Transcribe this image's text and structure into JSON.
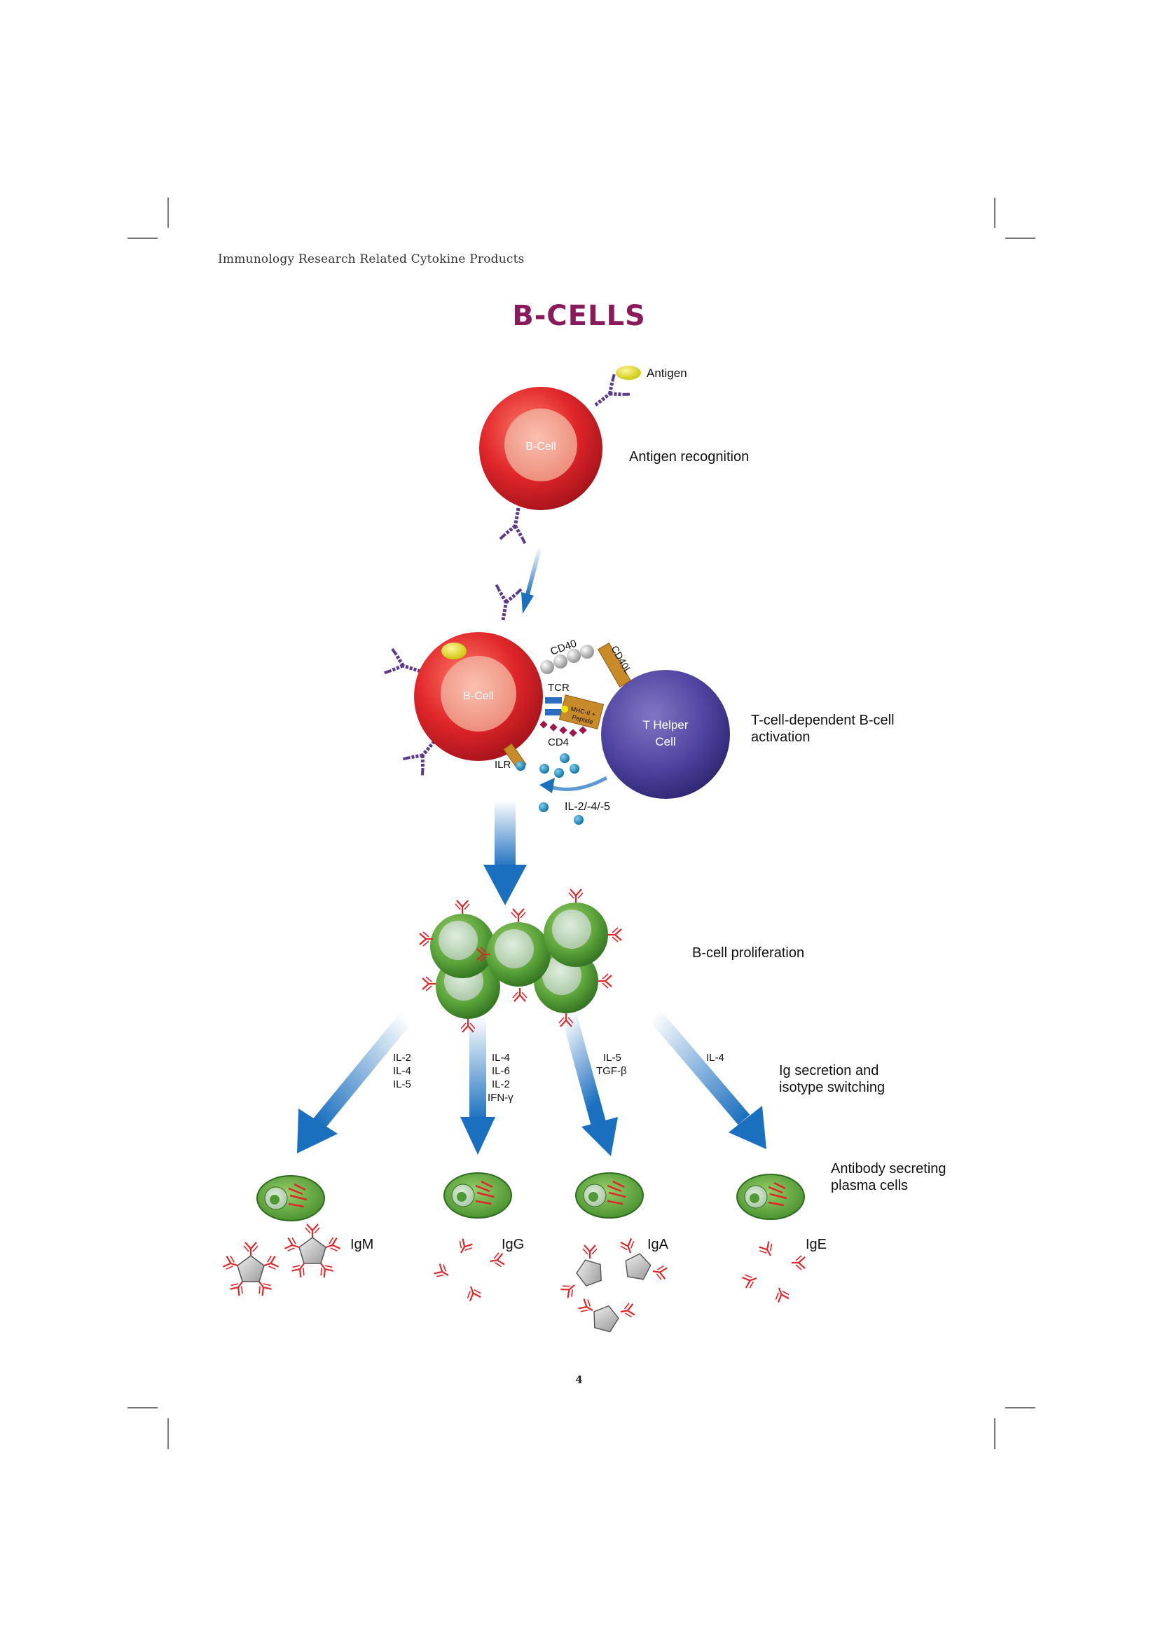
{
  "running_head": "Immunology Research Related Cytokine Products",
  "title": "B-CELLS",
  "page_number": "4",
  "stage1": {
    "cell_label": "B-Cell",
    "antigen_label": "Antigen",
    "caption": "Antigen recognition"
  },
  "stage2": {
    "b_cell_label": "B-Cell",
    "t_cell_label_1": "T Helper",
    "t_cell_label_2": "Cell",
    "cd40": "CD40",
    "cd40l": "CD40L",
    "tcr": "TCR",
    "mhc_1": "MHC-II +",
    "mhc_2": "Peptide",
    "cd4": "CD4",
    "ilr": "ILR",
    "cytokines": "IL-2/-4/-5",
    "caption_1": "T-cell-dependent B-cell",
    "caption_2": "activation"
  },
  "stage3": {
    "caption": "B-cell proliferation"
  },
  "stage4": {
    "path1": [
      "IL-2",
      "IL-4",
      "IL-5"
    ],
    "path2": [
      "IL-4",
      "IL-6",
      "IL-2",
      "IFN-γ"
    ],
    "path3": [
      "IL-5",
      "TGF-β"
    ],
    "path4": [
      "IL-4"
    ],
    "caption_1": "Ig secretion and",
    "caption_2": "isotype switching"
  },
  "stage5": {
    "caption_1": "Antibody secreting",
    "caption_2": "plasma cells",
    "isotypes": [
      "IgM",
      "IgG",
      "IgA",
      "IgE"
    ]
  },
  "colors": {
    "title": "#8b1a5c",
    "b_cell": "#e0262a",
    "t_cell": "#4b3f96",
    "arrow": "#1a6fbf",
    "proliferating_cell": "#5aa33a",
    "antibody": "#e0262a",
    "receptor": "#5b3a8c"
  }
}
